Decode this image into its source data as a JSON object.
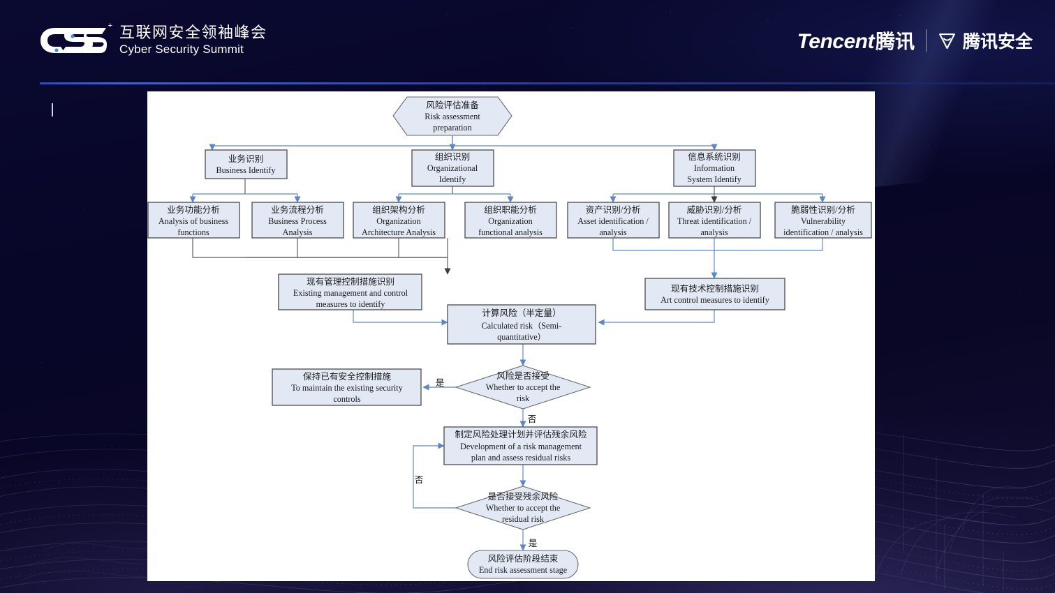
{
  "header": {
    "brand_logo": "css-logo",
    "brand_cn": "互联网安全领袖峰会",
    "brand_en": "Cyber Security Summit",
    "brand_superscript": "+",
    "partner_word": "Tencent",
    "partner_cn": "腾讯",
    "partner_divider": "|",
    "security_brand_cn": "腾讯安全",
    "security_shield_icon": "shield-icon",
    "accent_line_color": "#3f66e8",
    "background_color": "#07062a"
  },
  "slide": {
    "panel_background": "#ffffff",
    "node_fill": "#e3e9f4",
    "node_stroke": "#6a6a6a",
    "connector_color": "#5b87c7"
  },
  "chart_data": {
    "type": "diagram",
    "title": "Risk assessment flow",
    "nodes": [
      {
        "id": "prep",
        "shape": "hexagon",
        "cn": "风险评估准备",
        "en": [
          "Risk assessment",
          "preparation"
        ]
      },
      {
        "id": "biz",
        "shape": "rect",
        "cn": "业务识别",
        "en": [
          "Business Identify"
        ]
      },
      {
        "id": "org",
        "shape": "rect",
        "cn": "组织识别",
        "en": [
          "Organizational",
          "Identify"
        ]
      },
      {
        "id": "info",
        "shape": "rect",
        "cn": "信息系统识别",
        "en": [
          "Information",
          "System Identify"
        ]
      },
      {
        "id": "bizfunc",
        "shape": "rect",
        "cn": "业务功能分析",
        "en": [
          "Analysis of business",
          "functions"
        ]
      },
      {
        "id": "bizproc",
        "shape": "rect",
        "cn": "业务流程分析",
        "en": [
          "Business Process",
          "Analysis"
        ]
      },
      {
        "id": "orgarch",
        "shape": "rect",
        "cn": "组织架构分析",
        "en": [
          "Organization",
          "Architecture Analysis"
        ]
      },
      {
        "id": "orgfunc",
        "shape": "rect",
        "cn": "组织职能分析",
        "en": [
          "Organization",
          "functional analysis"
        ]
      },
      {
        "id": "asset",
        "shape": "rect",
        "cn": "资产识别/分析",
        "en": [
          "Asset identification /",
          "analysis"
        ]
      },
      {
        "id": "threat",
        "shape": "rect",
        "cn": "威胁识别/分析",
        "en": [
          "Threat identification /",
          "analysis"
        ]
      },
      {
        "id": "vuln",
        "shape": "rect",
        "cn": "脆弱性识别/分析",
        "en": [
          "Vulnerability",
          "identification / analysis"
        ]
      },
      {
        "id": "mgmtctl",
        "shape": "rect",
        "cn": "现有管理控制措施识别",
        "en": [
          "Existing management and control",
          "measures to identify"
        ]
      },
      {
        "id": "techctl",
        "shape": "rect",
        "cn": "现有技术控制措施识别",
        "en": [
          "Art control measures to identify"
        ]
      },
      {
        "id": "calc",
        "shape": "rect",
        "cn": "计算风险（半定量）",
        "en": [
          "Calculated risk（Semi-",
          "quantitative）"
        ]
      },
      {
        "id": "accept",
        "shape": "diamond",
        "cn": "风险是否接受",
        "en": [
          "Whether to accept the",
          "risk"
        ]
      },
      {
        "id": "maintain",
        "shape": "rect",
        "cn": "保持已有安全控制措施",
        "en": [
          "To maintain the existing security",
          "controls"
        ]
      },
      {
        "id": "plan",
        "shape": "rect",
        "cn": "制定风险处理计划并评估残余风险",
        "en": [
          "Development of a risk management",
          "plan and assess residual risks"
        ]
      },
      {
        "id": "residual",
        "shape": "diamond",
        "cn": "是否接受残余风险",
        "en": [
          "Whether to accept the",
          "residual risk"
        ]
      },
      {
        "id": "end",
        "shape": "rounded",
        "cn": "风险评估阶段结束",
        "en": [
          "End risk assessment stage"
        ]
      }
    ],
    "edge_labels": [
      {
        "id": "accept-yes",
        "text": "是",
        "from": "accept",
        "to": "maintain"
      },
      {
        "id": "accept-no",
        "text": "否",
        "from": "accept",
        "to": "plan"
      },
      {
        "id": "residual-no",
        "text": "否",
        "from": "residual",
        "to": "plan"
      },
      {
        "id": "residual-yes",
        "text": "是",
        "from": "residual",
        "to": "end"
      }
    ]
  }
}
